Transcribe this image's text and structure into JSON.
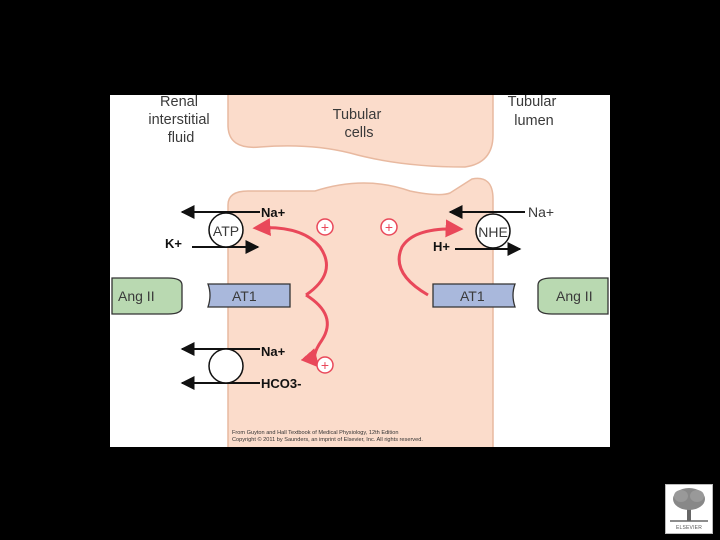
{
  "regions": {
    "interstitial": [
      "Renal",
      "interstitial",
      "fluid"
    ],
    "cells": [
      "Tubular",
      "cells"
    ],
    "lumen": [
      "Tubular",
      "lumen"
    ]
  },
  "ions": {
    "na_top_left": "Na+",
    "k_left": "K+",
    "na_top_right": "Na+",
    "h_right": "H+",
    "na_bottom": "Na+",
    "hco3": "HCO3-"
  },
  "transporters": {
    "atp": "ATP",
    "nhe": "NHE"
  },
  "receptors": {
    "left": "AT1",
    "right": "AT1"
  },
  "ligands": {
    "left": "Ang II",
    "right": "Ang II"
  },
  "stimulation_symbol": "+",
  "credit": {
    "line1": "From Guyton and Hall Textbook of Medical Physiology, 12th Edition",
    "line2": "Copyright © 2011 by Saunders, an imprint of Elsevier, Inc. All rights reserved."
  },
  "logo": {
    "text": "ELSEVIER"
  },
  "colors": {
    "cell": "#fbdccb",
    "cell_border": "#e8b9a0",
    "receptor": "#a9b8dc",
    "ligand": "#b9d9b1",
    "stimulation": "#e9485a"
  }
}
